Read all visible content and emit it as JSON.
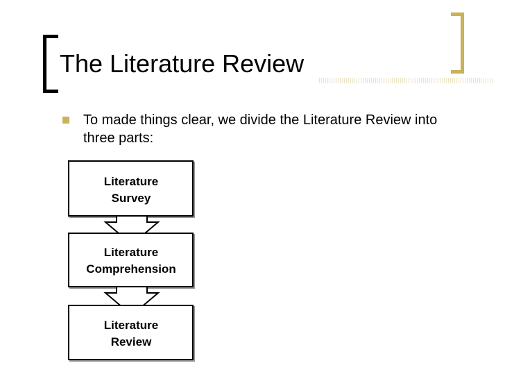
{
  "slide": {
    "title": "The Literature Review",
    "bullet": "To made things clear, we divide the Literature Review into three parts:",
    "accent_color": "#c8b25a"
  },
  "diagram": {
    "boxes": [
      {
        "line1": "Literature",
        "line2": "Survey"
      },
      {
        "line1": "Literature",
        "line2": "Comprehension"
      },
      {
        "line1": "Literature",
        "line2": "Review"
      }
    ]
  }
}
